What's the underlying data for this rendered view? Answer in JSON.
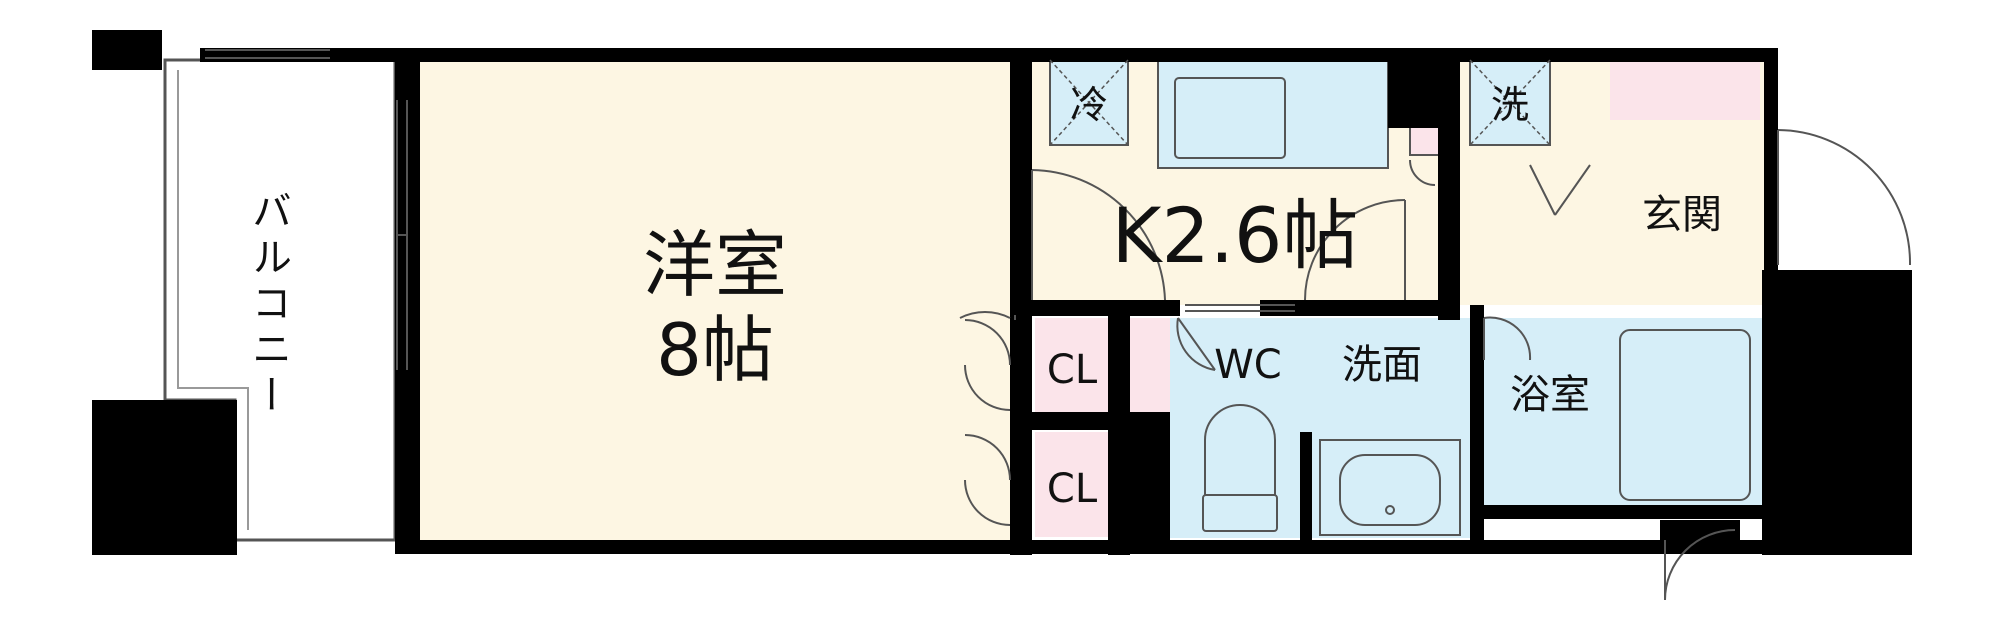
{
  "rooms": {
    "balcony": "バルコニー",
    "western_room": "洋室",
    "western_room_size": "8帖",
    "kitchen": "K2.6帖",
    "entrance": "玄関",
    "closet_1": "CL",
    "closet_2": "CL",
    "toilet": "WC",
    "washroom": "洗面",
    "bathroom": "浴室"
  },
  "fixtures": {
    "fridge_space": "冷",
    "washer_space": "洗"
  },
  "colors": {
    "wall": "#000000",
    "western_room_floor": "#fdf6e3",
    "kitchen_floor": "#fdf6e3",
    "entrance_floor": "#fdf6e3",
    "closet": "#fbe4ea",
    "wet_area": "#d6eef8",
    "fixture_outline": "#555555"
  }
}
